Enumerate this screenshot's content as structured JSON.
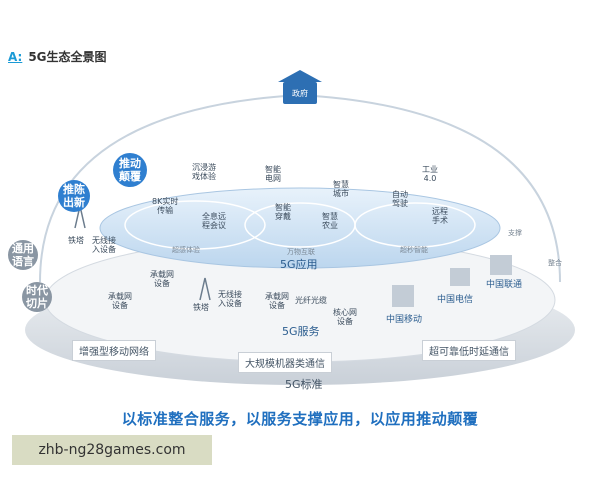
{
  "title": {
    "prefix": "A:",
    "text": "5G生态全景图"
  },
  "top_badge": "政府",
  "bubbles": {
    "drive_disrupt": "推动\n颠覆",
    "innovate": "推陈\n出新",
    "common_language": "通用\n语言",
    "era_split": "时代\n切片"
  },
  "apps": {
    "immersive": "沉浸游\n戏体验",
    "grid": "智能\n电网",
    "smart_city": "智慧\n城市",
    "industry": "工业\n4.0",
    "realtime_8k": "8K实时\n传输",
    "holo_meeting": "全息远\n程会议",
    "wearable": "智能\n穿戴",
    "agri": "智慧\n农业",
    "auto_drive": "自动\n驾驶",
    "remote_surgery": "远程\n手术"
  },
  "zones": {
    "ultra": "超感体验",
    "iot": "万物互联",
    "seconds": "超秒智能"
  },
  "apps_label": "5G应用",
  "services": {
    "tower_1": "铁塔",
    "wireless_1": "无线接\n入设备",
    "carrier_1": "承载网\n设备",
    "carrier_2": "承载网\n设备",
    "tower_2": "铁塔",
    "wireless_2": "无线接\n入设备",
    "carrier_3": "承载网\n设备",
    "optical": "光纤光缆",
    "core": "核心网\n设备"
  },
  "services_label": "5G服务",
  "operators": {
    "telecom": "中国电信",
    "unicom": "中国联通",
    "mobile": "中国移动"
  },
  "side": {
    "support": "支撑",
    "integrate": "整合"
  },
  "bands": {
    "embb": "增强型移动网络",
    "mmtc": "大规模机器类通信",
    "urllc": "超可靠低时延通信"
  },
  "standard_label": "5G标准",
  "slogan": "以标准整合服务，以服务支撑应用，以应用推动颠覆",
  "watermark": "zhb-ng28games.com",
  "colors": {
    "bubble_blue": "#2f7fd0",
    "bubble_gray": "#8a96a3",
    "accent": "#1f6fbf",
    "dome": "#c8d3de"
  }
}
